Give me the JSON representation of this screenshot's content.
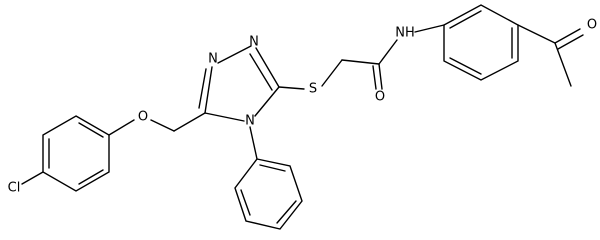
{
  "atoms": {
    "chlorine": "Cl",
    "ether_oxygen": "O",
    "triazole_n1": "N",
    "triazole_n2": "N",
    "triazole_n4": "N",
    "thioether_sulfur": "S",
    "amide_oxygen": "O",
    "amide_nh": "NH",
    "ketone_oxygen": "O"
  },
  "colors": {
    "bond": "#000000",
    "label": "#000000",
    "background": "#ffffff"
  }
}
